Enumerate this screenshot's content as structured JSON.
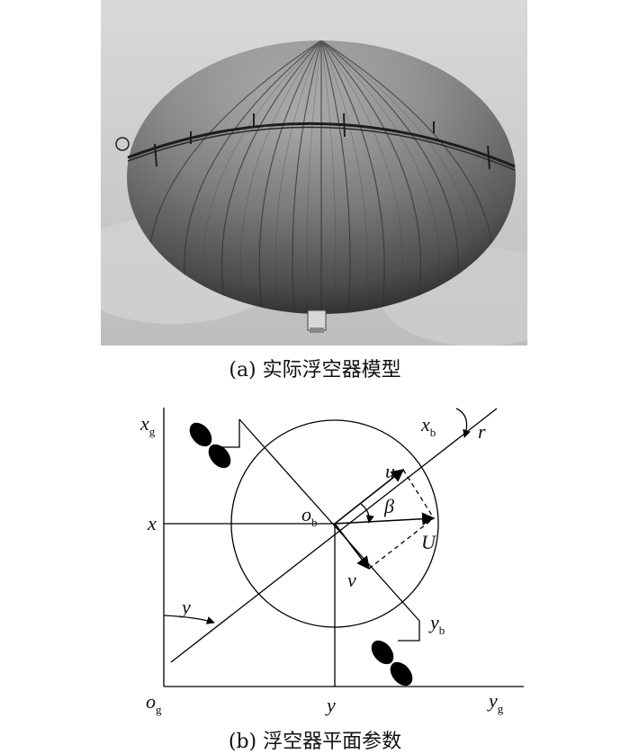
{
  "photo": {
    "description_icon": "balloon-photo"
  },
  "captions": {
    "a": "(a) 实际浮空器模型",
    "b": "(b) 浮空器平面参数"
  },
  "labels": {
    "xg": "x",
    "xg_sub": "g",
    "yg": "y",
    "yg_sub": "g",
    "og": "o",
    "og_sub": "g",
    "x_mark": "x",
    "y_mark": "y",
    "psi": "y",
    "ob": "o",
    "ob_sub": "b",
    "xb": "x",
    "xb_sub": "b",
    "yb": "y",
    "yb_sub": "b",
    "r": "r",
    "u": "u",
    "v": "v",
    "U": "U",
    "beta": "β"
  }
}
